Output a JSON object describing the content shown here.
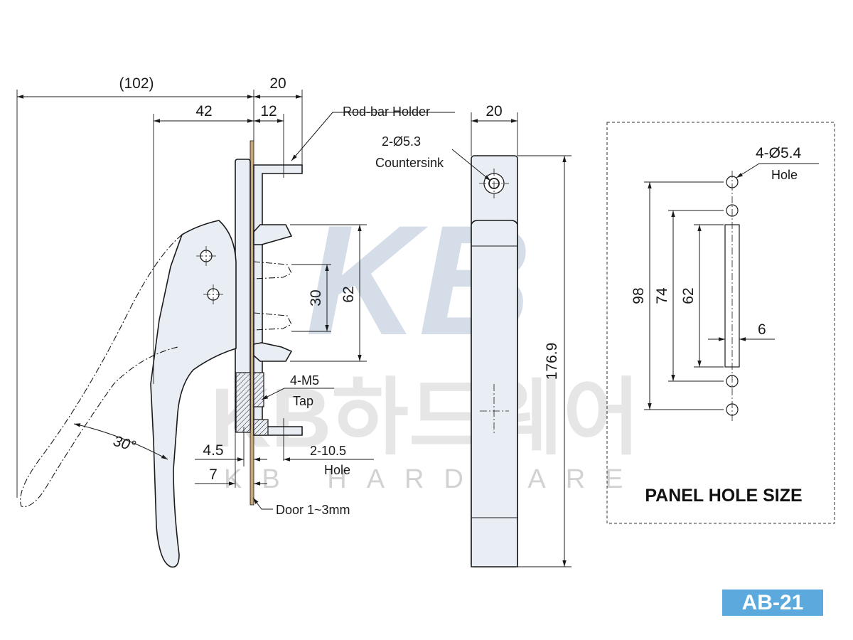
{
  "watermark": {
    "logo": "KB",
    "korean": "KB하드웨어",
    "english": "KB HARDWARE"
  },
  "dimensions": {
    "side_view": {
      "overall": "(102)",
      "handle": "42",
      "plate": "20",
      "inner": "12",
      "cam_span": "62",
      "cam_pitch": "30",
      "tap_offset": "4.5",
      "hole_offset": "7",
      "angle": "30°"
    },
    "front_view": {
      "width": "20",
      "height": "176.9"
    },
    "panel_hole": {
      "outer": "98",
      "mid": "74",
      "slot": "62",
      "slot_width": "6"
    }
  },
  "callouts": {
    "rod_bar_holder": "Rod-bar Holder",
    "countersink_size": "2-Ø5.3",
    "countersink_label": "Countersink",
    "tap_size": "4-M5",
    "tap_label": "Tap",
    "hole_size": "2-10.5",
    "hole_label": "Hole",
    "door": "Door 1~3mm",
    "panel_hole_size": "4-Ø5.4",
    "panel_hole_label": "Hole"
  },
  "panel_title": "PANEL HOLE SIZE",
  "badge": "AB-21",
  "colors": {
    "part_fill": "#e9eef5",
    "badge_bg": "#5ba9dd",
    "watermark_blue": "#d5dde9"
  }
}
